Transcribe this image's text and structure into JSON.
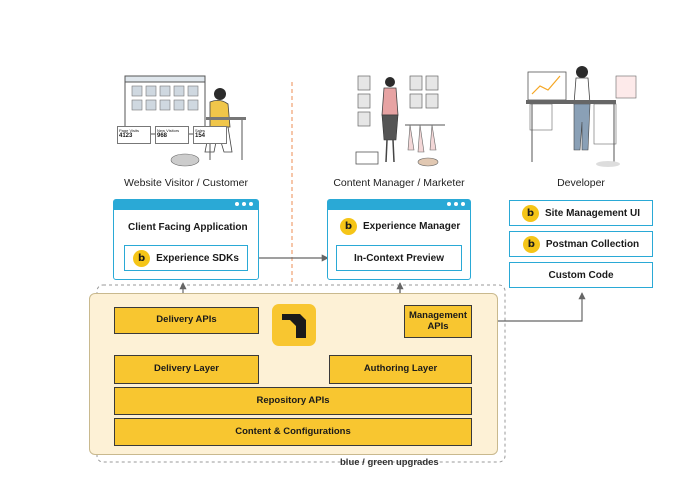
{
  "personas": {
    "visitor": "Website Visitor / Customer",
    "manager": "Content Manager / Marketer",
    "developer": "Developer"
  },
  "client_app": {
    "title": "Client Facing Application",
    "inner": "Experience SDKs"
  },
  "experience_manager": {
    "title": "Experience Manager",
    "inner": "In-Context Preview"
  },
  "developer_tools": {
    "site_ui": "Site Management UI",
    "postman": "Postman Collection",
    "custom_code": "Custom Code"
  },
  "dashboard_stats": [
    {
      "label": "Page Visits",
      "value": "4123"
    },
    {
      "label": "New Visitors",
      "value": "968"
    },
    {
      "label": "Sales",
      "value": "154"
    }
  ],
  "platform": {
    "delivery_apis": "Delivery APIs",
    "management_apis": "Management APIs",
    "delivery_layer": "Delivery Layer",
    "authoring_layer": "Authoring Layer",
    "repository_apis": "Repository APIs",
    "content_config": "Content & Configurations",
    "upgrades": "blue / green upgrades"
  },
  "colors": {
    "accent_blue": "#2aa9d6",
    "yellow": "#f8c630",
    "panel_bg": "#fdf1d6",
    "divider_orange": "#f0a070"
  },
  "icons": [
    "b-logo-icon",
    "brand-logo-icon"
  ]
}
